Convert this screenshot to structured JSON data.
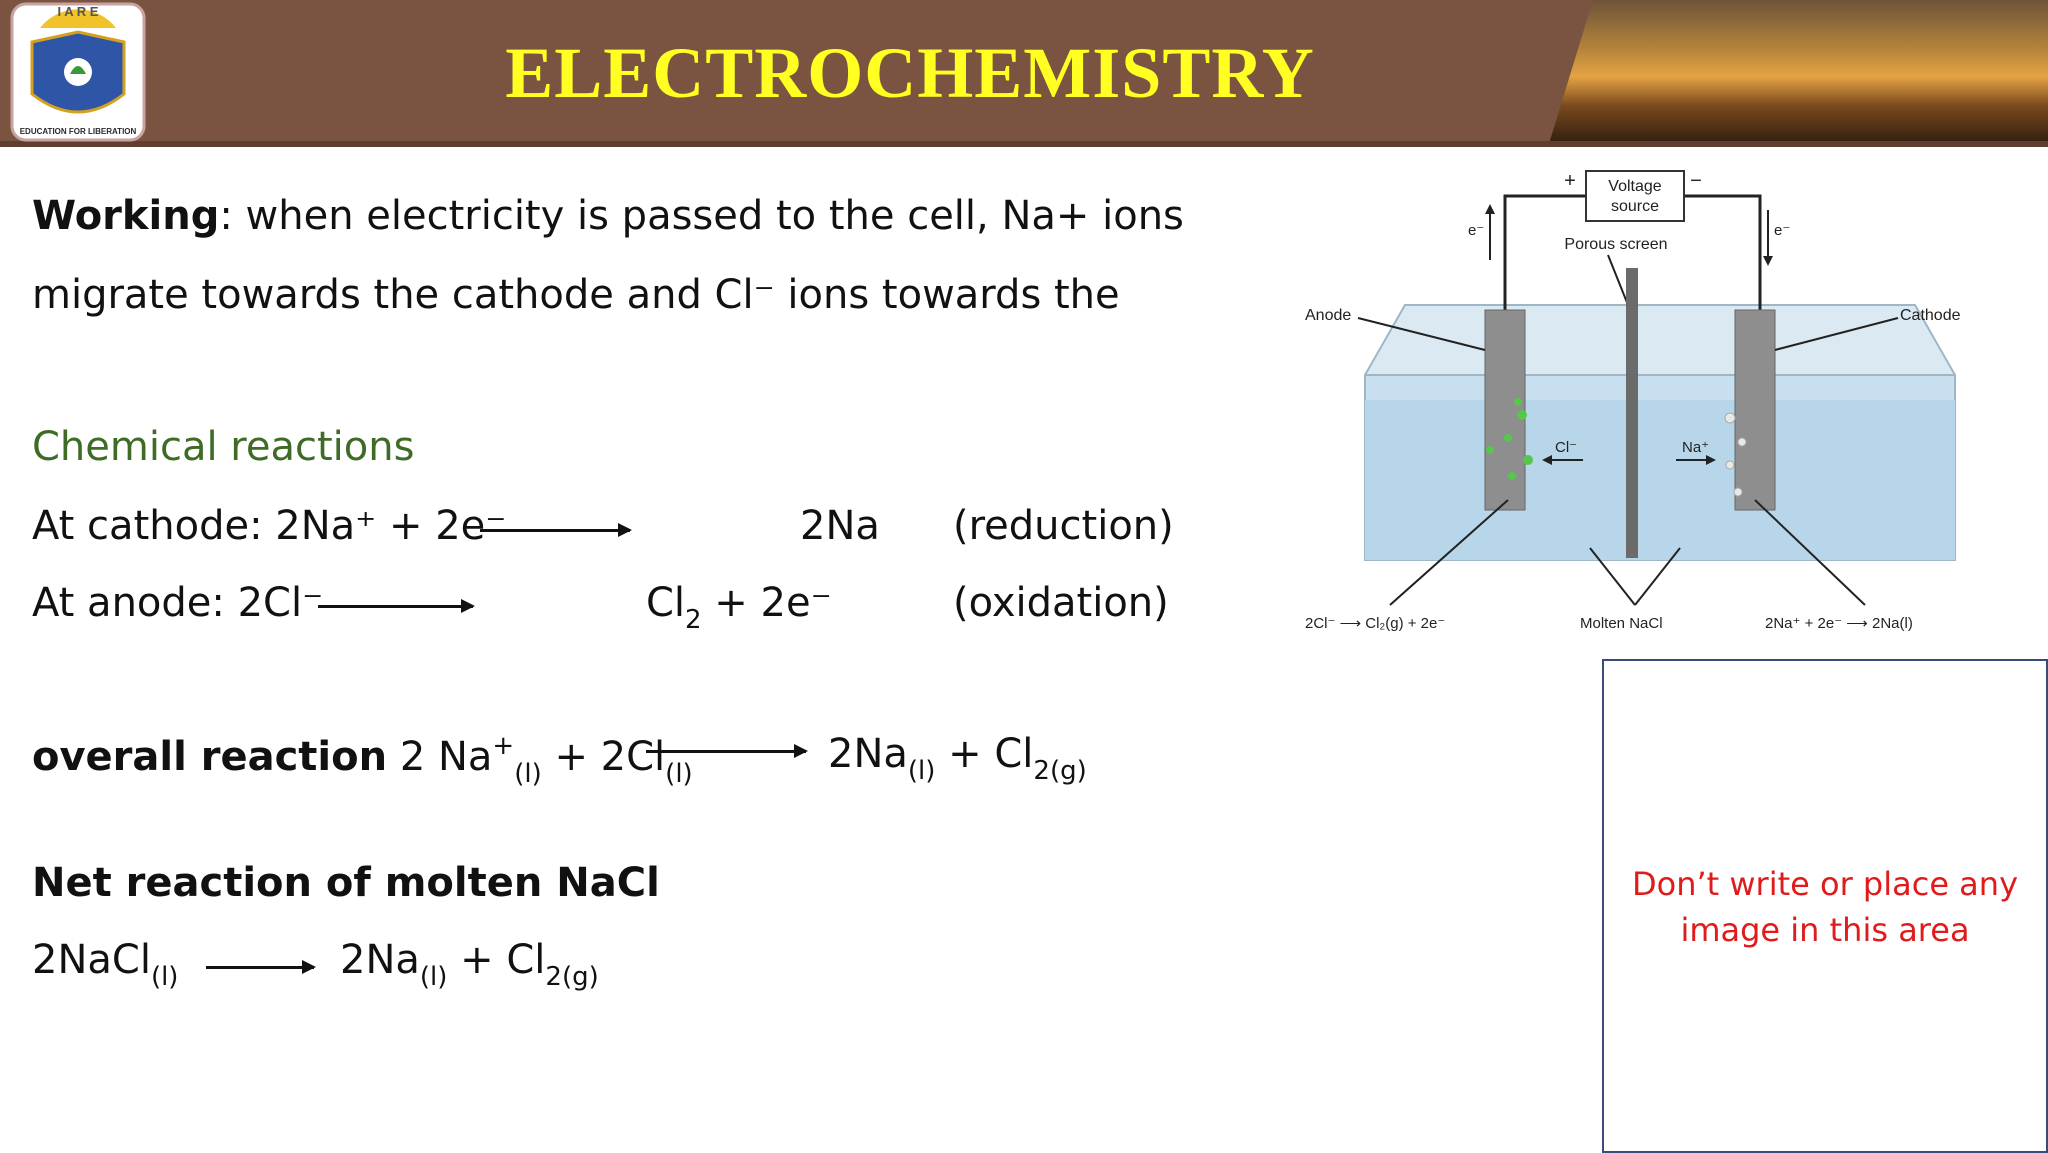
{
  "header": {
    "title": "ELECTROCHEMISTRY",
    "logo": {
      "top_text": "I A R E",
      "ring_text": "EDUCATION FOR LIBERATION"
    }
  },
  "content": {
    "working_label": "Working",
    "working_line1": ": when electricity is passed to the cell, Na+ ions",
    "working_line2": "migrate towards the cathode and Cl⁻ ions towards the",
    "chem_heading": "Chemical reactions",
    "cathode": {
      "lhs": "At cathode: 2Na⁺ + 2e⁻",
      "rhs": "2Na",
      "type": "(reduction)"
    },
    "anode": {
      "lhs": "At anode: 2Cl⁻",
      "rhs_main": "Cl",
      "rhs_sub": "2",
      "rhs_tail": " + 2e⁻",
      "type": "(oxidation)"
    },
    "overall": {
      "label": "overall reaction",
      "na": " 2 Na",
      "na_sup": "+",
      "na_sub": "(l)",
      "plus": " + 2Cl",
      "cl_sub": "(l)",
      "p1": "2Na",
      "p1_sub": "(l)",
      "p2": " + Cl",
      "p2_sub": "2(g)"
    },
    "net_heading": "Net reaction of molten NaCl",
    "net": {
      "r": "2NaCl",
      "r_sub": "(l)",
      "p1": "2Na",
      "p1_sub": "(l)",
      "p2": " + Cl",
      "p2_sub": "2(g)"
    }
  },
  "diagram": {
    "voltage_source": [
      "Voltage",
      "source"
    ],
    "plus": "+",
    "minus": "−",
    "electron_left": "e⁻",
    "electron_right": "e⁻",
    "porous_screen": "Porous screen",
    "anode": "Anode",
    "cathode": "Cathode",
    "cl_ion": "Cl⁻",
    "na_ion": "Na⁺",
    "anode_rxn": "2Cl⁻ ⟶ Cl₂(g) + 2e⁻",
    "molten": "Molten NaCl",
    "cathode_rxn": "2Na⁺ + 2e⁻ ⟶ 2Na(l)"
  },
  "notice": {
    "text": "Don’t write or place any image in this area"
  }
}
